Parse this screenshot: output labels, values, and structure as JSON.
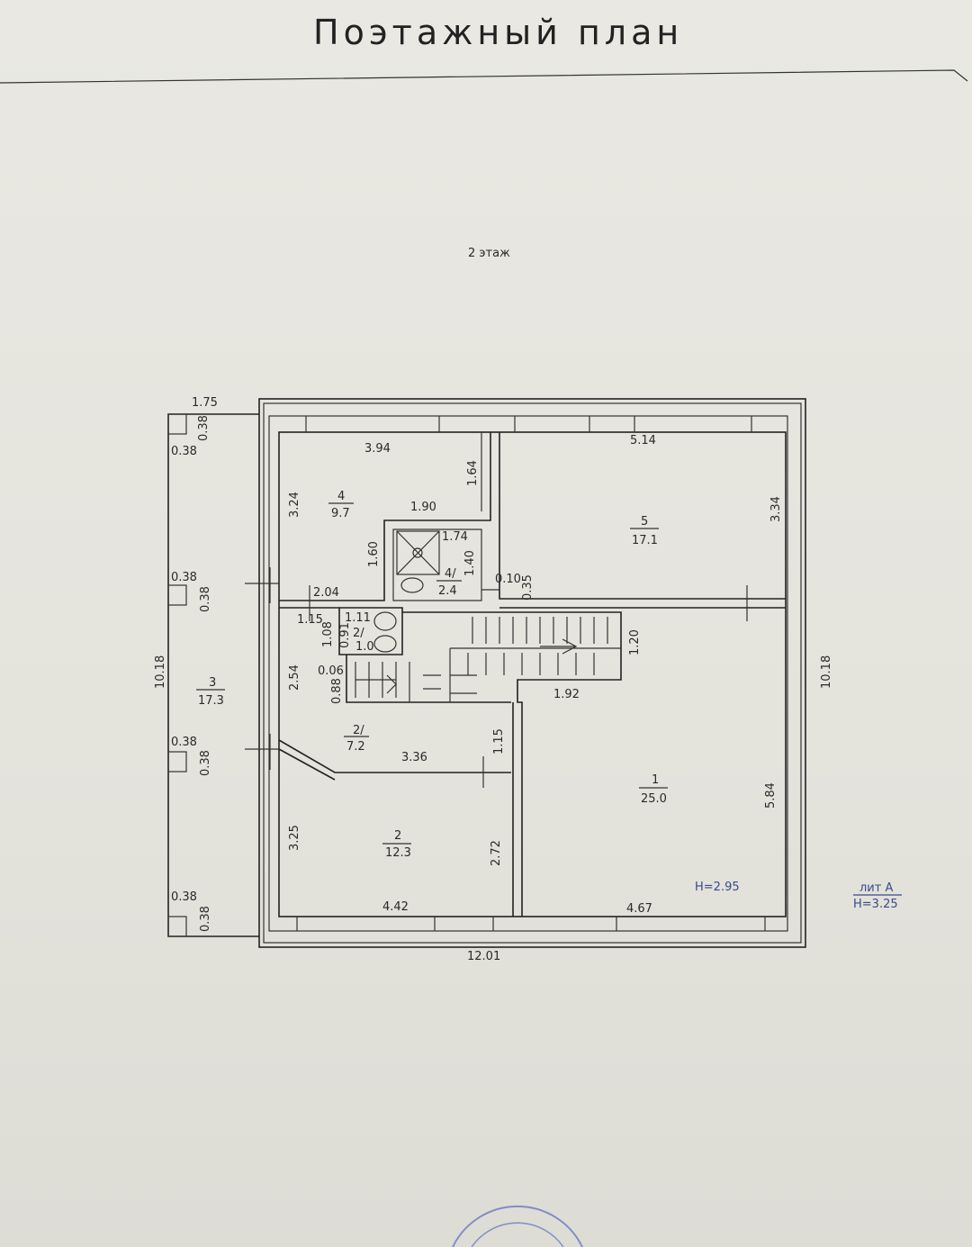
{
  "header": {
    "title": "Поэтажный план",
    "floor": "2 этаж"
  },
  "rooms": [
    {
      "num": "1",
      "area": "25.0"
    },
    {
      "num": "2",
      "area": "12.3"
    },
    {
      "num": "2/",
      "area": "7.2"
    },
    {
      "num": "2/",
      "area": "1.0"
    },
    {
      "num": "3",
      "area": "17.3"
    },
    {
      "num": "4",
      "area": "9.7"
    },
    {
      "num": "4/",
      "area": "2.4"
    },
    {
      "num": "5",
      "area": "17.1"
    }
  ],
  "dimensions": {
    "d175": "1.75",
    "d038a": "0.38",
    "d038b": "0.38",
    "d038c": "0.38",
    "d038d": "0.38",
    "d038e": "0.38",
    "d038f": "0.38",
    "d038g": "0.38",
    "d038h": "0.38",
    "d394": "3.94",
    "d514": "5.14",
    "d164": "1.64",
    "d324": "3.24",
    "d190": "1.90",
    "d334": "3.34",
    "d174": "1.74",
    "d160": "1.60",
    "d140": "1.40",
    "d010": "0.10",
    "d035": "0.35",
    "d204": "2.04",
    "d115a": "1.15",
    "d111": "1.11",
    "d108": "1.08",
    "d091": "0.91",
    "d120": "1.20",
    "d1018l": "10.18",
    "d1018r": "10.18",
    "d254": "2.54",
    "d006": "0.06",
    "d088": "0.88",
    "d192": "1.92",
    "d336": "3.36",
    "d115b": "1.15",
    "d584": "5.84",
    "d325": "3.25",
    "d272": "2.72",
    "d442": "4.42",
    "d467": "4.67",
    "d1201": "12.01"
  },
  "heights": {
    "room": "H=2.95",
    "lit": "лит  А",
    "building": "H=3.25"
  },
  "colors": {
    "ink": "#222222",
    "annotation": "#3a4a8a",
    "stamp": "#5a6cc0"
  }
}
